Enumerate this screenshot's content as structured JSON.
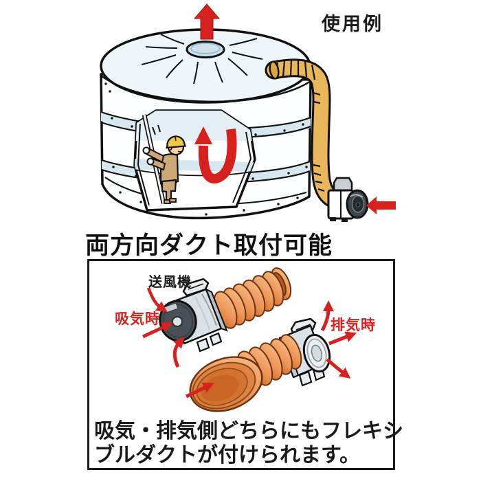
{
  "page": {
    "background": "#ffffff"
  },
  "top_scene": {
    "usage_example_label": "使用例"
  },
  "headline": "両方向ダクト取付可能",
  "duct_diagram": {
    "blower_label": "送風機",
    "intake_label": "吸気時",
    "exhaust_label": "排気時",
    "caption_line1": "吸気・排気側どちらにもフレキシ",
    "caption_line2": "ブルダクトが付けられます。"
  },
  "colors": {
    "arrow_red": "#d7211e",
    "label_red": "#d7211e",
    "text_black": "#1a1a1a",
    "outline_black": "#111111",
    "duct_yellow": "#e9b75b",
    "duct_orange_light": "#f9c08c",
    "duct_orange_mid": "#ec9454",
    "duct_orange_dark": "#c9611f",
    "blower_body_gray": "#dce1e5",
    "blower_face_dark": "#4a5058",
    "tank_shade_blue": "#d7e7f0",
    "worker_clothes_tan": "#cfa878",
    "helmet_yellow": "#ecc93e",
    "skin_tone": "#f8d0ab"
  },
  "icons": {
    "up_arrow_icon": "↑",
    "u_turn_arrow_icon": "⤴",
    "left_arrow_icon": "←",
    "airflow_arrow_icon": "→"
  }
}
